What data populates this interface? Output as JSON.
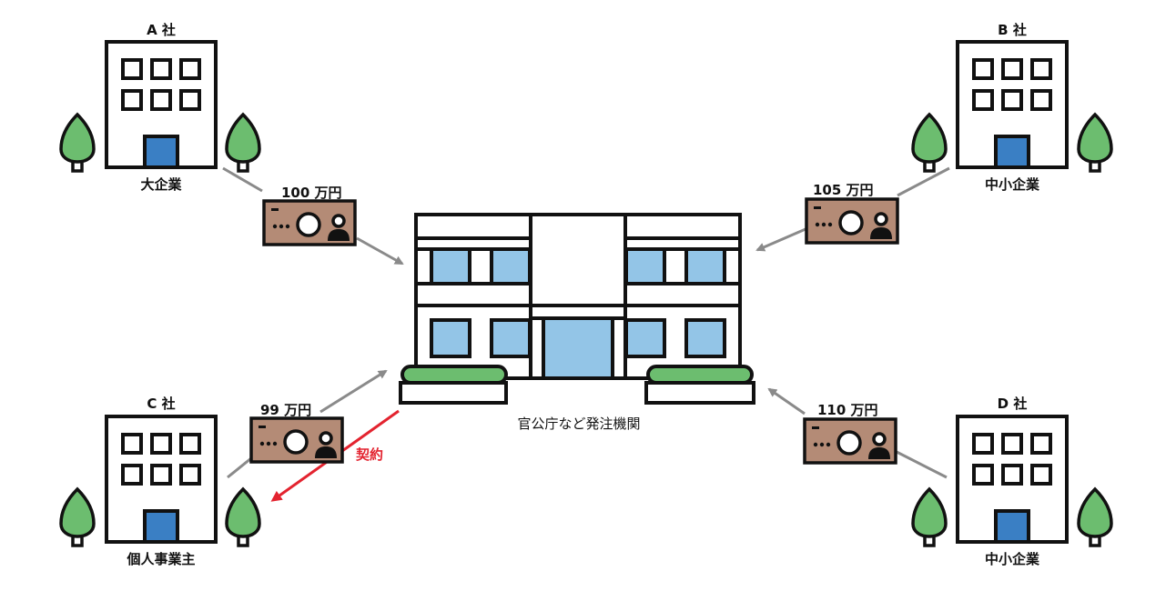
{
  "title": "",
  "center": {
    "label": "官公庁など発注機関"
  },
  "companies": {
    "a": {
      "name": "A 社",
      "type": "大企業",
      "bid": "100 万円"
    },
    "b": {
      "name": "B 社",
      "type": "中小企業",
      "bid": "105 万円"
    },
    "c": {
      "name": "C 社",
      "type": "個人事業主",
      "bid": "99 万円"
    },
    "d": {
      "name": "D 社",
      "type": "中小企業",
      "bid": "110 万円"
    }
  },
  "contract": {
    "label": "契約",
    "color": "#e3232f"
  },
  "colors": {
    "window": "#93c5e7",
    "door": "#3a7fc4",
    "tree": "#6cbd6f",
    "card": "#b48b76",
    "arrow": "#8a8a8a"
  }
}
